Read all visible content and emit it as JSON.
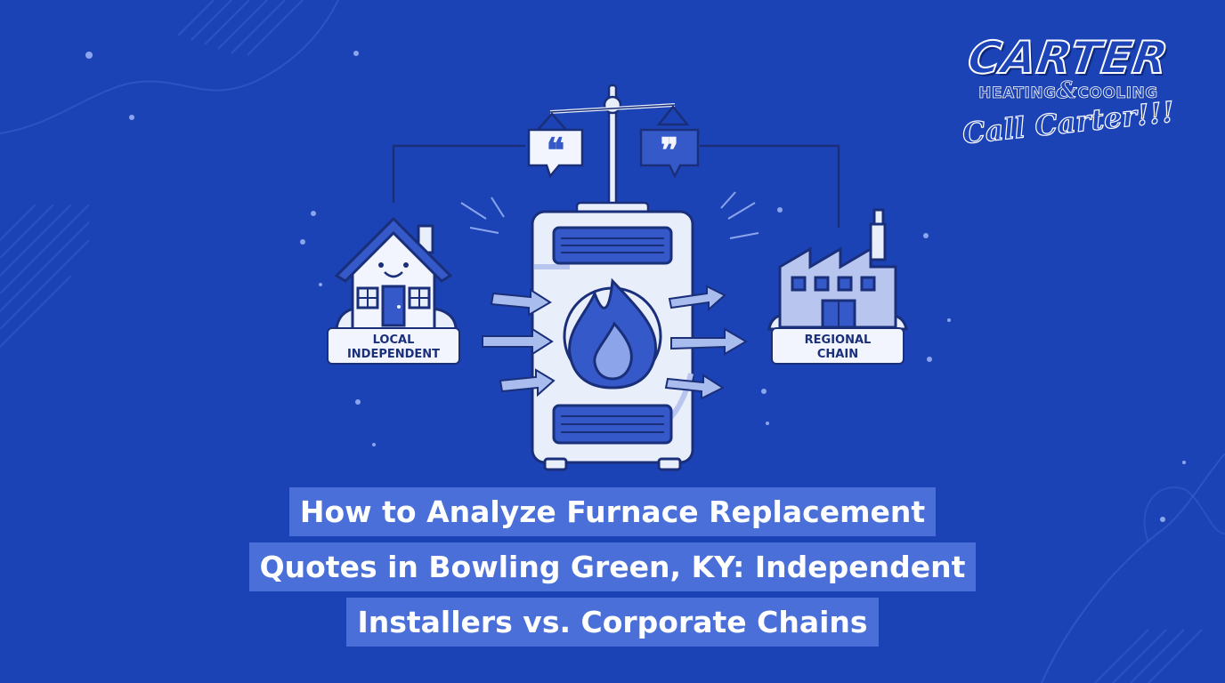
{
  "logo": {
    "brand": "CARTER",
    "line1_left": "HEATING",
    "line1_amp": "&",
    "line1_right": "COOLING",
    "slogan": "Call Carter!!!"
  },
  "illustration": {
    "left_label_1": "LOCAL",
    "left_label_2": "INDEPENDENT",
    "right_label_1": "REGIONAL",
    "right_label_2": "CHAIN",
    "quote_open": "❝",
    "quote_close": "❞",
    "icons": [
      "house-icon",
      "factory-icon",
      "furnace-icon",
      "flame-icon",
      "scale-icon",
      "quote-bubble-icon",
      "arrow-icon"
    ]
  },
  "title": {
    "line1": "How to Analyze Furnace Replacement",
    "line2": "Quotes in Bowling Green, KY: Independent",
    "line3": "Installers vs. Corporate Chains"
  },
  "colors": {
    "background": "#1c43b5",
    "title_band": "#4a6fd8",
    "outline": "#1a2f7a",
    "light_fill": "#e9eefb",
    "accent_blue": "#3559c9"
  }
}
